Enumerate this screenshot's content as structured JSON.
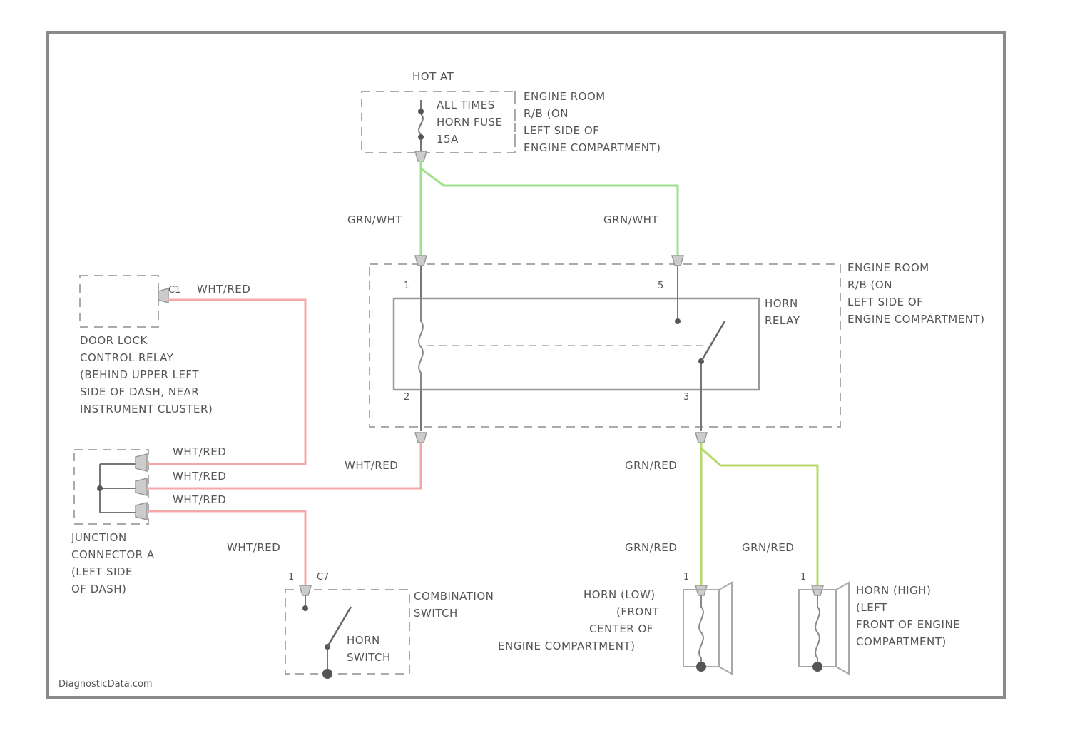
{
  "colors": {
    "green_wire": "#9fe08c",
    "red_wire": "#f4a8a8",
    "yellowgreen_wire": "#b7d96b",
    "frame": "#8a8a8a"
  },
  "hot_at": "HOT AT",
  "fuse_block": {
    "lines": [
      "ALL TIMES",
      "HORN FUSE",
      "15A"
    ],
    "location": [
      "ENGINE ROOM",
      "R/B (ON",
      "LEFT SIDE OF",
      "ENGINE COMPARTMENT)"
    ]
  },
  "wires": {
    "grn_wht_left": "GRN/WHT",
    "grn_wht_right": "GRN/WHT",
    "wht_red_dlcr": "WHT/RED",
    "wht_red_j1": "WHT/RED",
    "wht_red_j2": "WHT/RED",
    "wht_red_j3": "WHT/RED",
    "wht_red_relay": "WHT/RED",
    "wht_red_switch": "WHT/RED",
    "grn_red_relay": "GRN/RED",
    "grn_red_low": "GRN/RED",
    "grn_red_high": "GRN/RED"
  },
  "relay": {
    "name": [
      "HORN",
      "RELAY"
    ],
    "location": [
      "ENGINE ROOM",
      "R/B (ON",
      "LEFT SIDE OF",
      "ENGINE COMPARTMENT)"
    ],
    "pins": {
      "p1": "1",
      "p2": "2",
      "p3": "3",
      "p5": "5"
    }
  },
  "door_lock_relay": {
    "pin": "C1",
    "label": [
      "DOOR LOCK",
      "CONTROL RELAY",
      "(BEHIND UPPER LEFT",
      "SIDE OF DASH, NEAR",
      "INSTRUMENT CLUSTER)"
    ]
  },
  "junction": {
    "label": [
      "JUNCTION",
      "CONNECTOR A",
      "(LEFT SIDE",
      "OF DASH)"
    ]
  },
  "combination_switch": {
    "pin_num": "1",
    "pin": "C7",
    "label": [
      "COMBINATION",
      "SWITCH"
    ],
    "inner_label": [
      "HORN",
      "SWITCH"
    ]
  },
  "horn_low": {
    "pin": "1",
    "label": [
      "HORN (LOW)",
      "(FRONT",
      "CENTER OF",
      "ENGINE COMPARTMENT)"
    ]
  },
  "horn_high": {
    "pin": "1",
    "label": [
      "HORN (HIGH)",
      "(LEFT",
      "FRONT OF ENGINE",
      "COMPARTMENT)"
    ]
  },
  "watermark": "DiagnosticData.com"
}
